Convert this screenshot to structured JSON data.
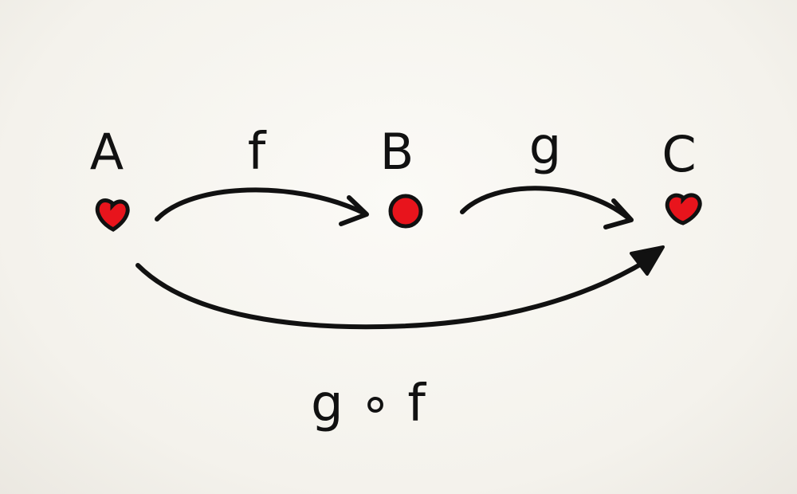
{
  "diagram": {
    "nodes": [
      {
        "id": "A",
        "label": "A"
      },
      {
        "id": "B",
        "label": "B"
      },
      {
        "id": "C",
        "label": "C"
      }
    ],
    "edges": [
      {
        "from": "A",
        "to": "B",
        "label": "f"
      },
      {
        "from": "B",
        "to": "C",
        "label": "g"
      },
      {
        "from": "A",
        "to": "C",
        "label": "g ∘ f"
      }
    ],
    "colors": {
      "node_fill": "#e8141c",
      "ink": "#111111",
      "paper": "#f6f4ef"
    }
  }
}
